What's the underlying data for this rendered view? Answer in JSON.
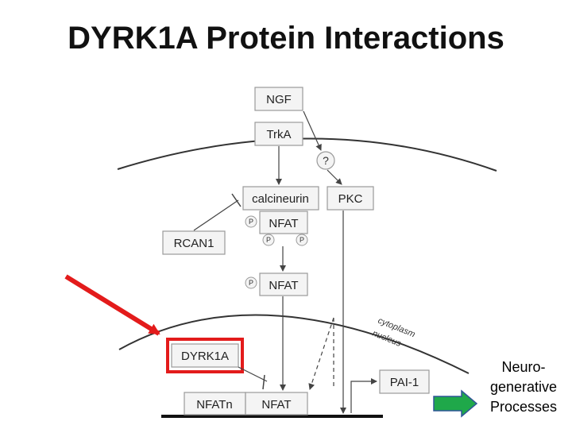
{
  "title": "DYRK1A Protein Interactions",
  "boxes": {
    "ngf": "NGF",
    "trka": "TrkA",
    "calcineurin": "calcineurin",
    "pkc": "PKC",
    "nfat_cyto": "NFAT",
    "rcan1": "RCAN1",
    "nfat_mid": "NFAT",
    "dyrk1a": "DYRK1A",
    "pai1": "PAI-1",
    "nfatn": "NFATn",
    "nfat_nuc": "NFAT"
  },
  "unknown_marker": "?",
  "phospho_label": "P",
  "compartments": {
    "cytoplasm": "cytoplasm",
    "nucleus": "nucleus"
  },
  "outcome": {
    "line1": "Neuro-",
    "line2": "generative",
    "line3": "Processes"
  },
  "colors": {
    "highlight": "#e31b1b",
    "outcome_arrow": "#1fa84a",
    "outcome_arrow_border": "#2f5597",
    "outcome_text": "#000000"
  }
}
